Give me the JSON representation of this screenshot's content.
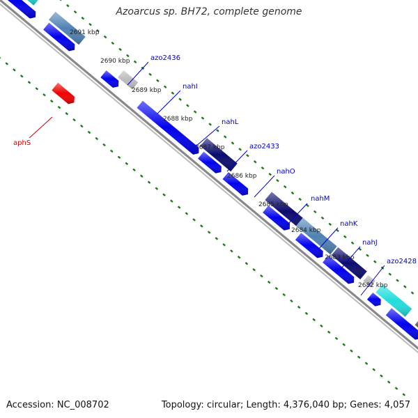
{
  "title": "Azoarcus sp. BH72, complete genome",
  "footer": {
    "accession": "Accession: NC_008702",
    "summary": "Topology: circular; Length: 4,376,040 bp; Genes: 4,057"
  },
  "colors": {
    "forward_gene": "#0000ee",
    "highlight_red": "#ee0000",
    "navy": "#0b0b6e",
    "steel_blue": "#4f82b4",
    "cyan": "#22dddd",
    "light_gray": "#bbbbbb",
    "dark_gray": "#555555",
    "backbone": "#888888",
    "tick_green": "#1a7a1a",
    "label_blue": "#0000cc",
    "label_red": "#cc0000"
  },
  "kbp_ticks": [
    "2691 kbp",
    "2690 kbp",
    "2689 kbp",
    "2688 kbp",
    "2687 kbp",
    "2686 kbp",
    "2685 kbp",
    "2684 kbp",
    "2683 kbp",
    "2682 kbp"
  ],
  "gene_labels": [
    {
      "text": "azo2436",
      "color": "#0000cc"
    },
    {
      "text": "nahI",
      "color": "#0000cc"
    },
    {
      "text": "nahL",
      "color": "#0000cc"
    },
    {
      "text": "azo2433",
      "color": "#0000cc"
    },
    {
      "text": "nahO",
      "color": "#0000cc"
    },
    {
      "text": "nahM",
      "color": "#0000cc"
    },
    {
      "text": "nahK",
      "color": "#0000cc"
    },
    {
      "text": "nahJ",
      "color": "#0000cc"
    },
    {
      "text": "azo2428",
      "color": "#0000cc"
    },
    {
      "text": "aphS",
      "color": "#cc0000"
    }
  ]
}
